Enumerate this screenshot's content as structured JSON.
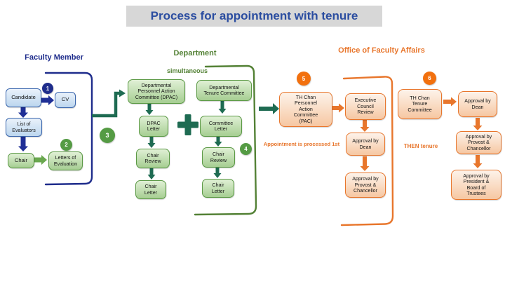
{
  "title": "Process for appointment with tenure",
  "sections": {
    "faculty": {
      "header": "Faculty Member",
      "steps": {
        "s1": "1",
        "s2": "2"
      },
      "nodes": {
        "candidate": "Candidate",
        "cv": "CV",
        "evaluators": "List of\nEvaluators",
        "chair": "Chair",
        "letters": "Letters of\nEvaluation"
      }
    },
    "department": {
      "header": "Department",
      "simultaneous_label": "simultaneous",
      "steps": {
        "s3": "3",
        "s4": "4"
      },
      "nodes": {
        "dpac": "Departmental\nPersonnel Action\nCommittee (DPAC)",
        "dtc": "Departmental\nTenure Committee",
        "dpac_letter": "DPAC\nLetter",
        "committee_letter": "Committee\nLetter",
        "chair_review_left": "Chair\nReview",
        "chair_review_right": "Chair\nReview",
        "chair_letter_left": "Chair\nLetter",
        "chair_letter_right": "Chair\nLetter"
      },
      "plus_icon": "plus"
    },
    "office": {
      "header": "Office of Faculty Affairs",
      "steps": {
        "s5": "5",
        "s6": "6"
      },
      "nodes": {
        "pac": "TH Chan\nPersonnel\nAction\nCommittee\n(PAC)",
        "exec_council": "Executive\nCouncil\nReview",
        "dean1": "Approval by\nDean",
        "provost1": "Approval by\nProvost &\nChancellor",
        "tenure_committee": "TH Chan\nTenure\nCommittee",
        "dean2": "Approval by\nDean",
        "provost2": "Approval by\nProvost &\nChancellor",
        "president": "Approval by\nPresident &\nBoard of\nTrustees"
      },
      "annotations": {
        "processed_first": "Appointment is processed 1st",
        "then_tenure": "THEN tenure"
      }
    }
  },
  "colors": {
    "title_bg": "#d7d7d7",
    "title_text": "#2b4da0",
    "navy": "#1f2d8c",
    "blue_box_border": "#3a66ad",
    "green_header": "#538135",
    "green_box_border": "#5b9945",
    "green_circle": "#559b44",
    "green_arrow": "#6aa84f",
    "dark_green_arrow": "#1e6b52",
    "orange": "#e8762c",
    "orange_circle": "#f2700e"
  }
}
